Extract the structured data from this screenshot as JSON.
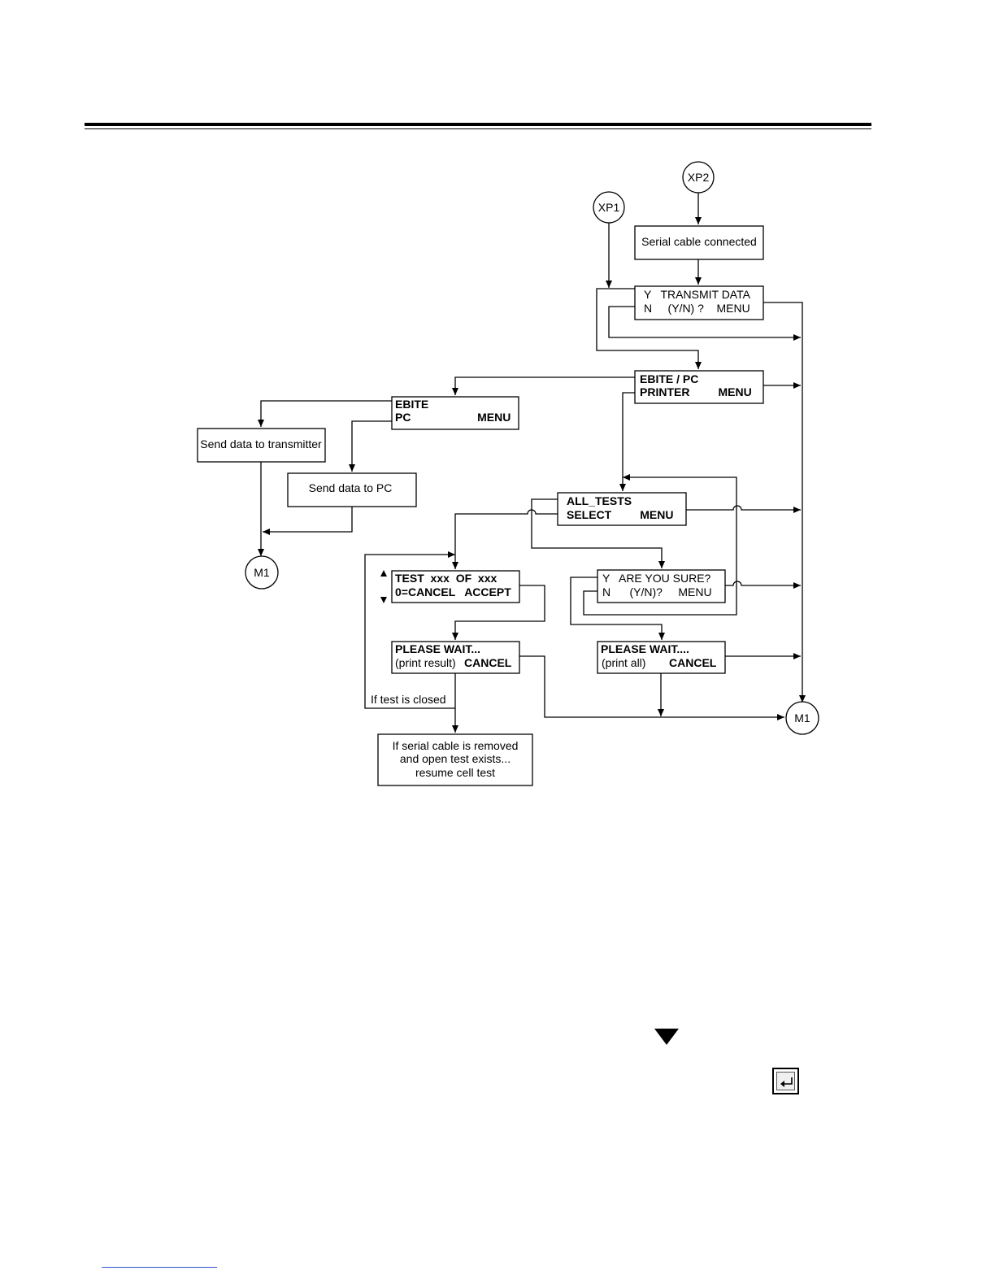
{
  "connectors": {
    "xp1": "XP1",
    "xp2": "XP2",
    "m1_left": "M1",
    "m1_right": "M1"
  },
  "boxes": {
    "serial_cable": "Serial cable connected",
    "transmit_line1": "Y   TRANSMIT DATA",
    "transmit_line2": "N     (Y/N) ?    MENU",
    "ebite_pc_line1": "EBITE / PC",
    "ebite_pc_line2": "PRINTER         MENU",
    "ebite_line1": "EBITE",
    "ebite_line2": "PC                     MENU",
    "send_transmitter": "Send data to transmitter",
    "send_pc": "Send data to PC",
    "all_tests_line1": "ALL_TESTS",
    "all_tests_line2": "SELECT         MENU",
    "test_xxx_line1": "TEST  xxx  OF  xxx",
    "test_xxx_line2": "0=CANCEL   ACCEPT",
    "are_you_sure_line1": "Y   ARE YOU SURE?",
    "are_you_sure_line2": "N      (Y/N)?     MENU",
    "please_wait_result_line1": "PLEASE WAIT...",
    "please_wait_result_line2a": "(print result) ",
    "please_wait_result_line2b": "CANCEL",
    "please_wait_all_line1": "PLEASE WAIT....",
    "please_wait_all_line2a": "(print all)",
    "please_wait_all_line2b": "CANCEL",
    "resume_line1": "If serial cable is removed",
    "resume_line2": "and open test exists...",
    "resume_line3": "resume cell test"
  },
  "labels": {
    "if_test_closed": "If test is closed"
  },
  "icons": {
    "down_marker": "down-triangle-icon",
    "enter_key": "enter-key-icon"
  }
}
